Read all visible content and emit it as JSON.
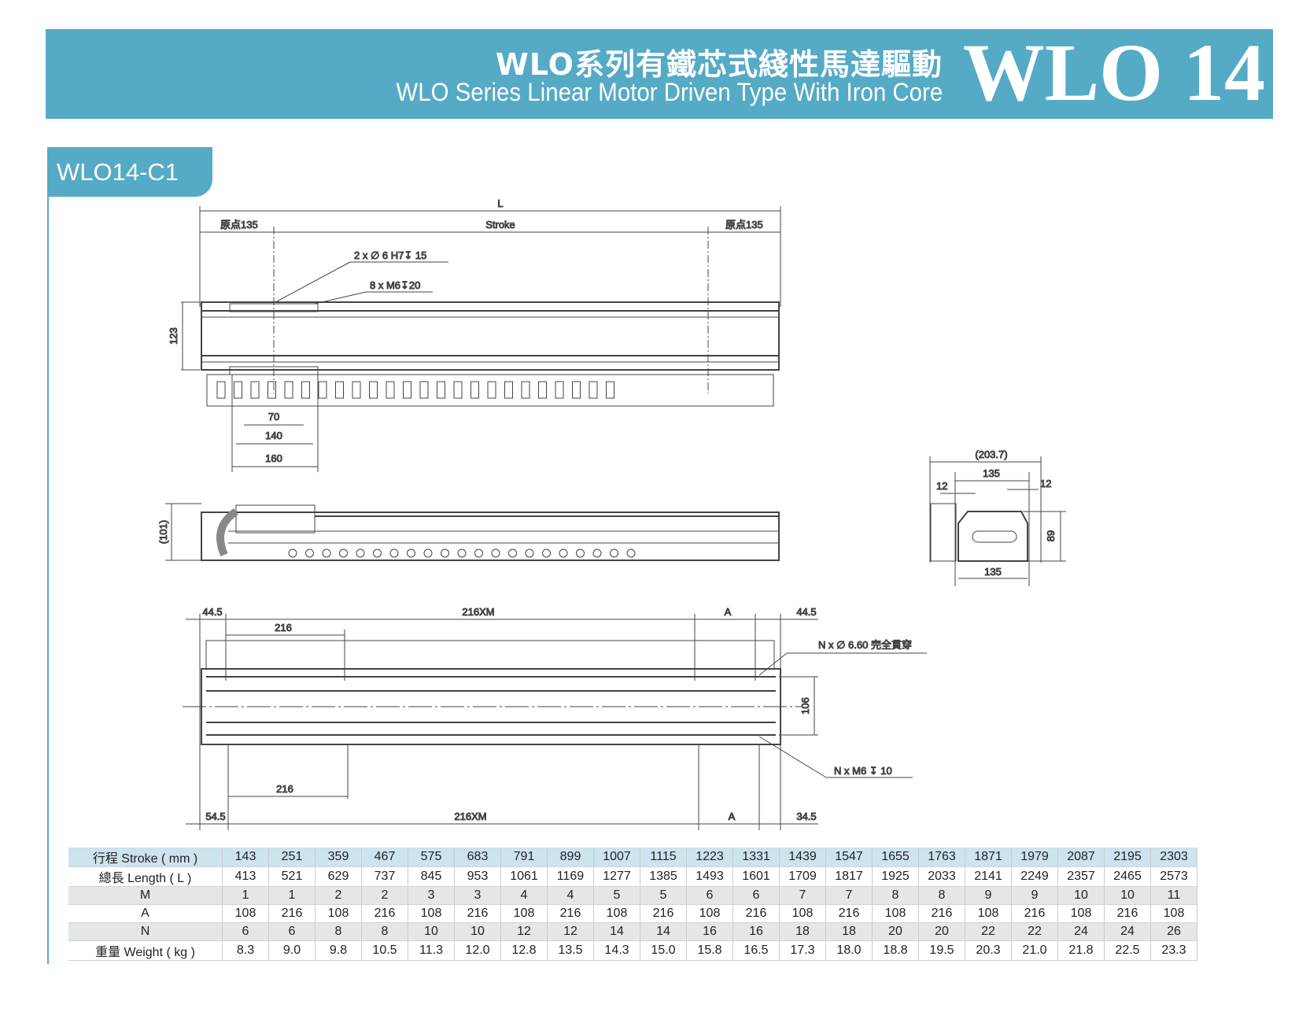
{
  "header": {
    "title_cn": "WLO系列有鐵芯式綫性馬達驅動",
    "title_en": "WLO Series Linear Motor Driven Type With Iron Core",
    "model": "WLO 14"
  },
  "section_tab": "WLO14-C1",
  "colors": {
    "accent": "#55aac6",
    "table_header": "#cde3ee",
    "table_alt": "#e4e6e8"
  },
  "drawing": {
    "top_view": {
      "L": "L",
      "stroke": "Stroke",
      "origin_left": "原点135",
      "origin_right": "原点135",
      "note_pin": "2 x ∅ 6 H7↧ 15",
      "note_screw": "8 x  M6↧20",
      "height": "123",
      "d70": "70",
      "d140": "140",
      "d160": "160"
    },
    "side_view": {
      "height": "(101)"
    },
    "bottom_view": {
      "top_left": "44.5",
      "top_mid": "216XM",
      "top_A": "A",
      "top_right": "44.5",
      "top_pitch": "216",
      "note_hole": "N x ∅ 6.60 完全貫穿",
      "width": "106",
      "note_tap": "N x  M6  ↧ 10",
      "bot_pitch": "216",
      "bot_left": "54.5",
      "bot_mid": "216XM",
      "bot_A": "A",
      "bot_right": "34.5"
    },
    "end_view": {
      "overall": "(203.7)",
      "top135": "135",
      "left12": "12",
      "right12": "12",
      "height": "89",
      "bot135": "135"
    }
  },
  "table": {
    "rows": [
      {
        "label": "行程 Stroke ( mm )",
        "values": [
          "143",
          "251",
          "359",
          "467",
          "575",
          "683",
          "791",
          "899",
          "1007",
          "1115",
          "1223",
          "1331",
          "1439",
          "1547",
          "1655",
          "1763",
          "1871",
          "1979",
          "2087",
          "2195",
          "2303"
        ]
      },
      {
        "label": "總長 Length ( L )",
        "values": [
          "413",
          "521",
          "629",
          "737",
          "845",
          "953",
          "1061",
          "1169",
          "1277",
          "1385",
          "1493",
          "1601",
          "1709",
          "1817",
          "1925",
          "2033",
          "2141",
          "2249",
          "2357",
          "2465",
          "2573"
        ]
      },
      {
        "label": "M",
        "values": [
          "1",
          "1",
          "2",
          "2",
          "3",
          "3",
          "4",
          "4",
          "5",
          "5",
          "6",
          "6",
          "7",
          "7",
          "8",
          "8",
          "9",
          "9",
          "10",
          "10",
          "11"
        ]
      },
      {
        "label": "A",
        "values": [
          "108",
          "216",
          "108",
          "216",
          "108",
          "216",
          "108",
          "216",
          "108",
          "216",
          "108",
          "216",
          "108",
          "216",
          "108",
          "216",
          "108",
          "216",
          "108",
          "216",
          "108"
        ]
      },
      {
        "label": "N",
        "values": [
          "6",
          "6",
          "8",
          "8",
          "10",
          "10",
          "12",
          "12",
          "14",
          "14",
          "16",
          "16",
          "18",
          "18",
          "20",
          "20",
          "22",
          "22",
          "24",
          "24",
          "26"
        ]
      },
      {
        "label": "重量 Weight ( kg )",
        "values": [
          "8.3",
          "9.0",
          "9.8",
          "10.5",
          "11.3",
          "12.0",
          "12.8",
          "13.5",
          "14.3",
          "15.0",
          "15.8",
          "16.5",
          "17.3",
          "18.0",
          "18.8",
          "19.5",
          "20.3",
          "21.0",
          "21.8",
          "22.5",
          "23.3"
        ]
      }
    ]
  }
}
